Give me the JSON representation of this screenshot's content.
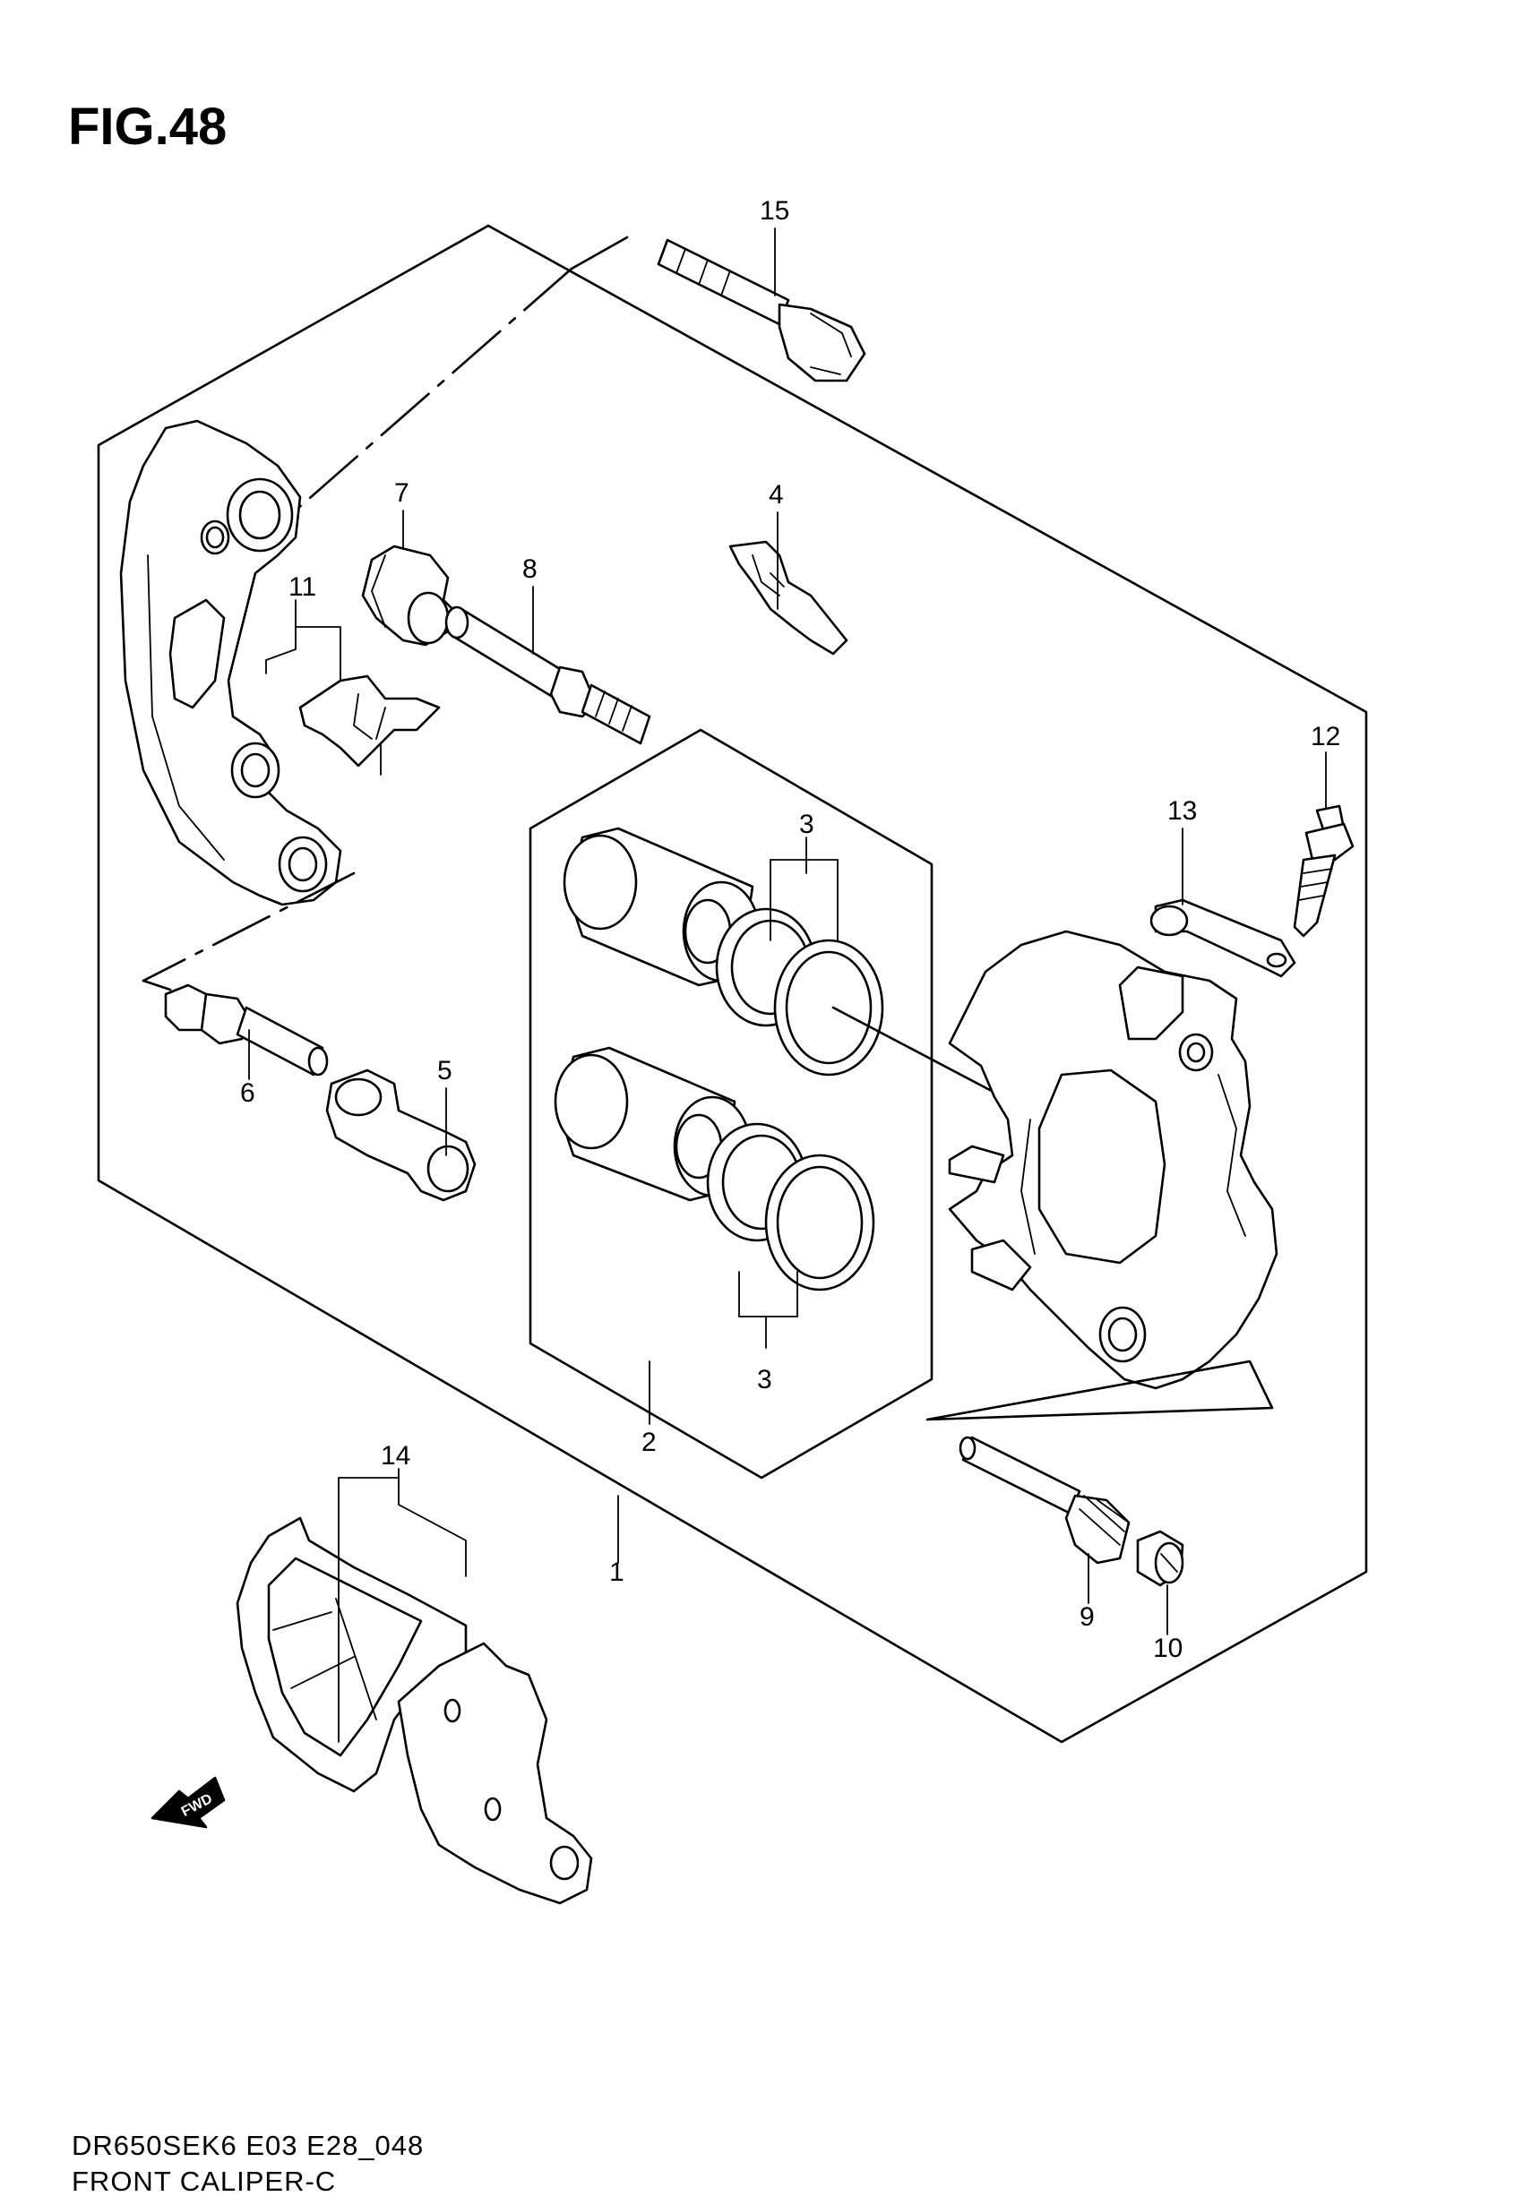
{
  "figure": {
    "title": "FIG.48",
    "model_code": "DR650SEK6 E03 E28_048",
    "caption": "FRONT CALIPER-C"
  },
  "fwd_arrow": {
    "label": "FWD"
  },
  "callouts": [
    {
      "id": "1",
      "label": "1"
    },
    {
      "id": "2",
      "label": "2"
    },
    {
      "id": "3a",
      "label": "3"
    },
    {
      "id": "3b",
      "label": "3"
    },
    {
      "id": "4",
      "label": "4"
    },
    {
      "id": "5",
      "label": "5"
    },
    {
      "id": "6",
      "label": "6"
    },
    {
      "id": "7",
      "label": "7"
    },
    {
      "id": "8",
      "label": "8"
    },
    {
      "id": "9",
      "label": "9"
    },
    {
      "id": "10",
      "label": "10"
    },
    {
      "id": "11",
      "label": "11"
    },
    {
      "id": "12",
      "label": "12"
    },
    {
      "id": "13",
      "label": "13"
    },
    {
      "id": "14",
      "label": "14"
    },
    {
      "id": "15",
      "label": "15"
    }
  ]
}
